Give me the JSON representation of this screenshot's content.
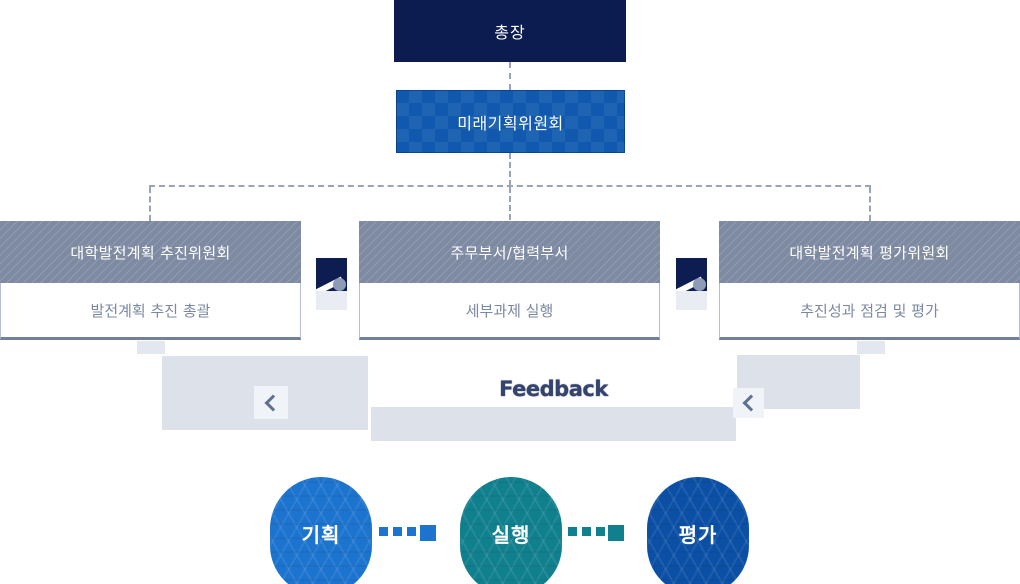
{
  "org": {
    "president": "총장",
    "future_committee": "미래기획위원회"
  },
  "committees": [
    {
      "title": "대학발전계획 추진위원회",
      "role": "발전계획 추진 총괄"
    },
    {
      "title": "주무부서/협력부서",
      "role": "세부과제 실행"
    },
    {
      "title": "대학발전계획 평가위원회",
      "role": "추진성과 점검 및 평가"
    }
  ],
  "feedback": {
    "label": "Feedback"
  },
  "process": {
    "steps": [
      {
        "label": "기획",
        "color": "#1c74cf"
      },
      {
        "label": "실행",
        "color": "#11808e"
      },
      {
        "label": "평가",
        "color": "#0c50a6"
      }
    ]
  },
  "colors": {
    "president_box": "#0c1c51",
    "future_box": "#1159ae",
    "committee_header": "#7e8aa2",
    "feedback_gray": "#dde2ea",
    "dash_line": "#9aa4b8",
    "feedback_text": "#34446e"
  }
}
